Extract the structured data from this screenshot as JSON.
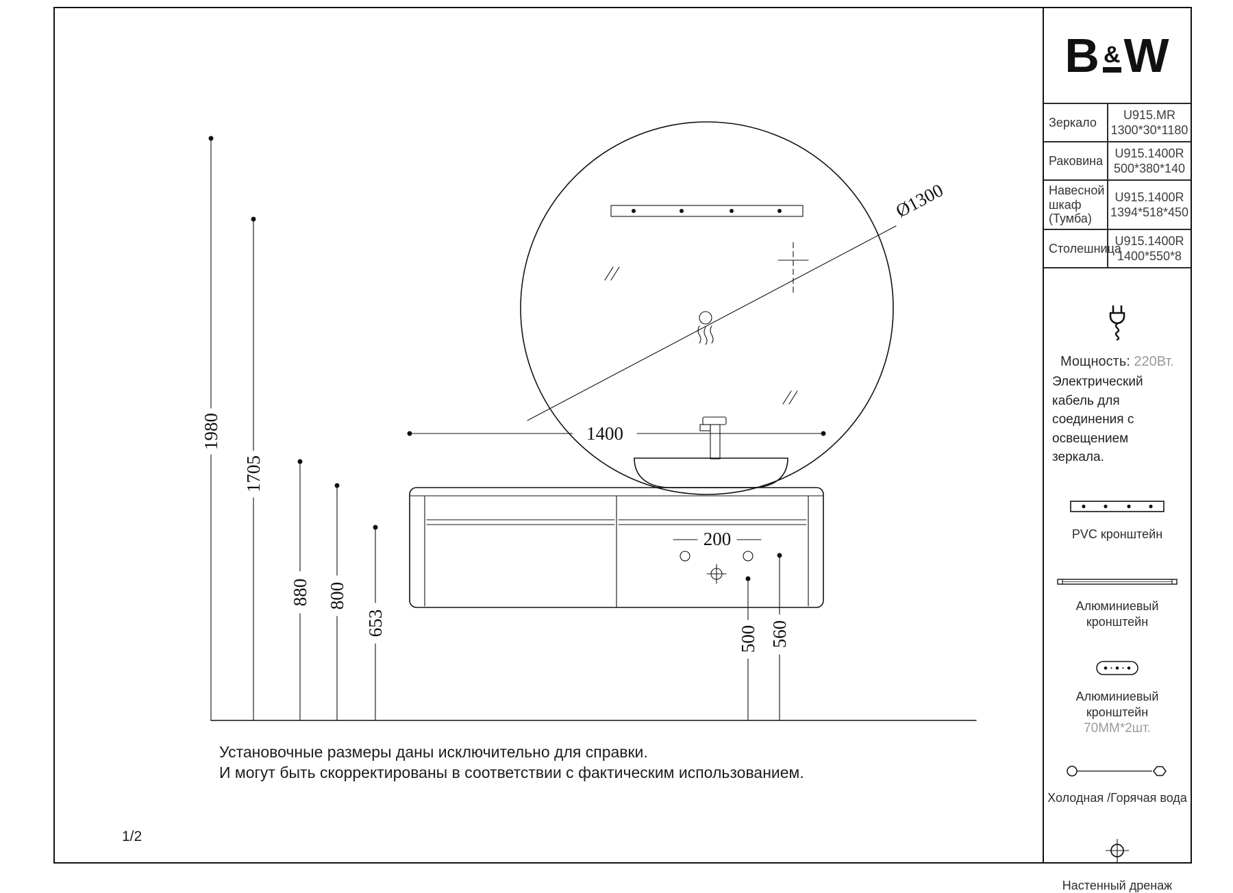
{
  "page": {
    "number": "1/2",
    "note_line1": "Установочные размеры даны исключительно для справки.",
    "note_line2": "И могут быть скорректированы в соответствии с фактическим использованием."
  },
  "drawing": {
    "dim_1980": "1980",
    "dim_1705": "1705",
    "dim_880": "880",
    "dim_800": "800",
    "dim_653": "653",
    "dim_1400": "1400",
    "dim_200": "200",
    "dim_500": "500",
    "dim_560": "560",
    "dim_diameter": "Ø1300"
  },
  "panel": {
    "logo": {
      "b": "B",
      "amp": "&",
      "w": "W"
    },
    "spec_table": {
      "rows": [
        {
          "name": "Зеркало",
          "model": "U915.MR",
          "size": "1300*30*1180"
        },
        {
          "name": "Раковина",
          "model": "U915.1400R",
          "size": "500*380*140"
        },
        {
          "name": "Навесной шкаф (Тумба)",
          "model": "U915.1400R",
          "size": "1394*518*450"
        },
        {
          "name": "Столешница",
          "model": "U915.1400R",
          "size": "1400*550*8"
        }
      ]
    },
    "power": {
      "label_prefix": "Мощность:",
      "label_value": "220Вт.",
      "description": "Электрический кабель для соединения с освещением зеркала."
    },
    "accessories": [
      {
        "caption": "PVC кронштейн"
      },
      {
        "caption": "Алюминиевый кронштейн"
      },
      {
        "caption": "Алюминиевый кронштейн",
        "subcaption": "70MM*2шт."
      },
      {
        "caption": "Холодная /Горячая вода"
      },
      {
        "caption": "Настенный дренаж"
      }
    ]
  }
}
